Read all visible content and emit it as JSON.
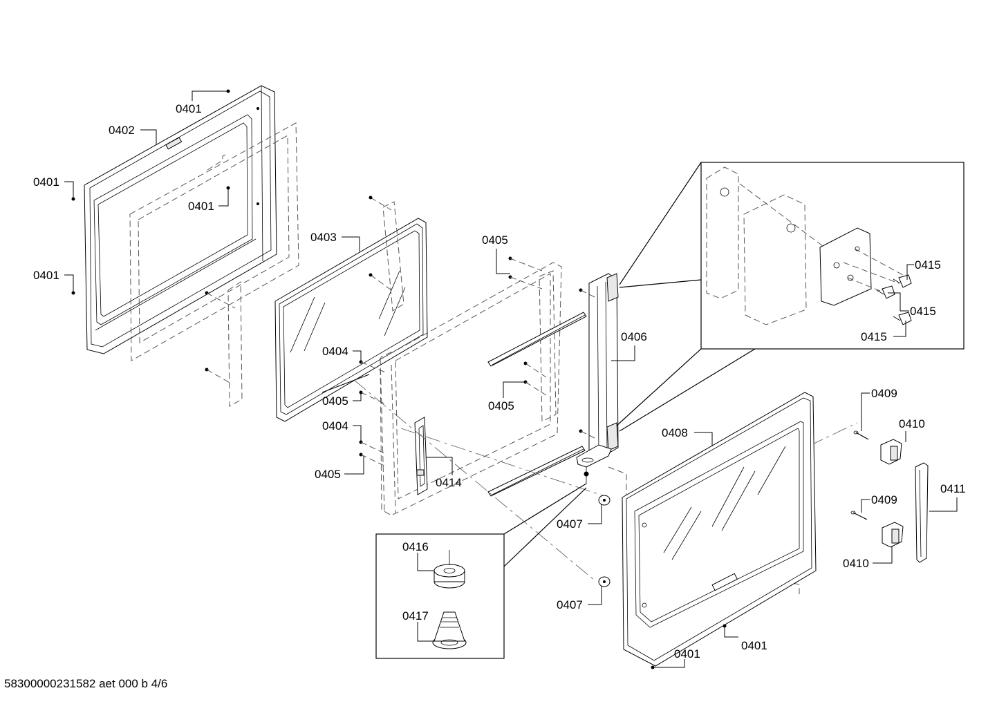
{
  "footer": {
    "document_code": "58300000231582 aet 000 b 4/6"
  },
  "parts": {
    "p0401": "0401",
    "p0402": "0402",
    "p0403": "0403",
    "p0404": "0404",
    "p0405": "0405",
    "p0406": "0406",
    "p0407": "0407",
    "p0408": "0408",
    "p0409": "0409",
    "p0410": "0410",
    "p0411": "0411",
    "p0414": "0414",
    "p0415": "0415",
    "p0416": "0416",
    "p0417": "0417"
  }
}
